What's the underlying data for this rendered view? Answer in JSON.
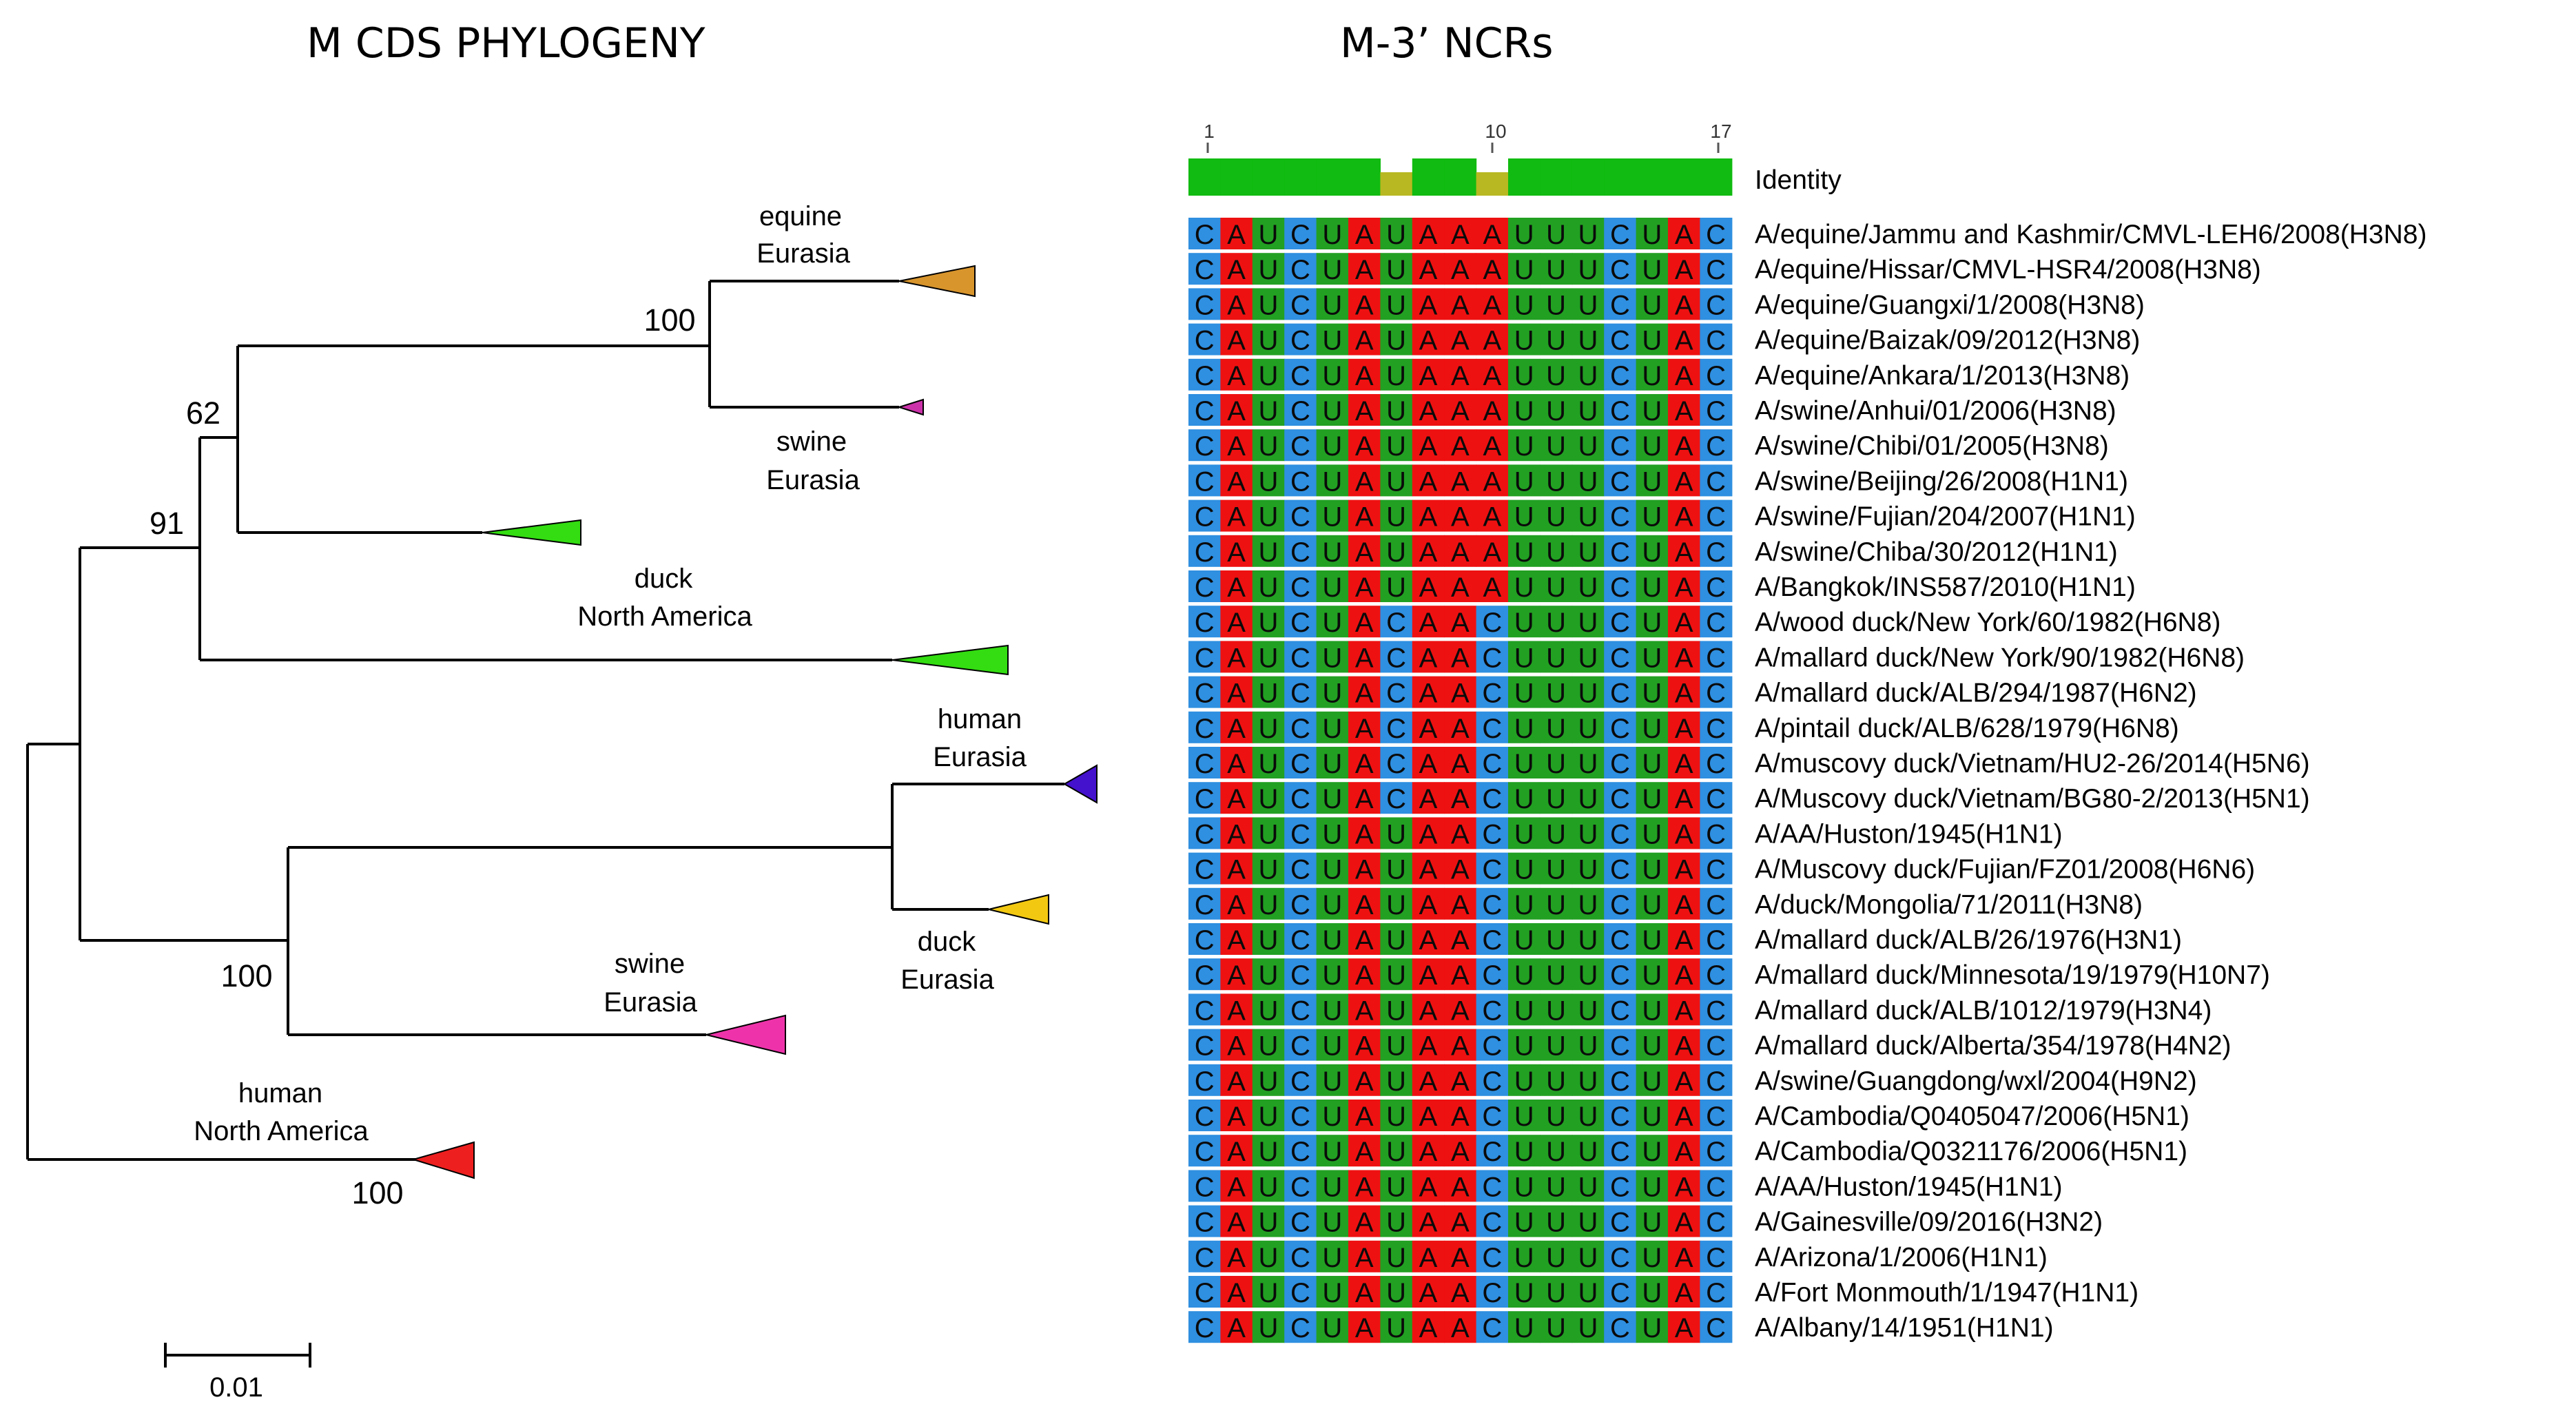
{
  "headings": {
    "phylogeny": "M CDS PHYLOGENY",
    "ncrs": "M-3’ NCRs"
  },
  "tree": {
    "clades": [
      {
        "line1": "equine",
        "line2": "Eurasia",
        "color": "#d8952c"
      },
      {
        "line1": "swine",
        "line2": "Eurasia",
        "color": "#cc33aa"
      },
      {
        "line1": "duck",
        "line2": "North America",
        "color": "#33dd11"
      },
      {
        "line1": "human",
        "line2": "Eurasia",
        "color": "#4411cc"
      },
      {
        "line1": "duck",
        "line2": "Eurasia",
        "color": "#f2c811"
      },
      {
        "line1": "swine",
        "line2": "Eurasia",
        "color": "#ee33aa"
      },
      {
        "line1": "human",
        "line2": "North America",
        "color": "#ee1f1f"
      }
    ],
    "bootstrap": [
      "100",
      "62",
      "91",
      "100",
      "100"
    ],
    "scale_label": "0.01"
  },
  "alignment": {
    "identity_label": "Identity",
    "ruler": [
      "1",
      "10",
      "17"
    ],
    "base_colors": {
      "C": "#2f8fe0",
      "A": "#ee1111",
      "U": "#22a022"
    },
    "identity_colors": {
      "full": "#11bb11",
      "partial": "#b8b822"
    },
    "identity_partial_positions": [
      6,
      9
    ],
    "rows": [
      {
        "seq": "CAUCUAUAAAUUUCUAC",
        "name": "A/equine/Jammu and Kashmir/CMVL-LEH6/2008(H3N8)"
      },
      {
        "seq": "CAUCUAUAAAUUUCUAC",
        "name": "A/equine/Hissar/CMVL-HSR4/2008(H3N8)"
      },
      {
        "seq": "CAUCUAUAAAUUUCUAC",
        "name": "A/equine/Guangxi/1/2008(H3N8)"
      },
      {
        "seq": "CAUCUAUAAAUUUCUAC",
        "name": "A/equine/Baizak/09/2012(H3N8)"
      },
      {
        "seq": "CAUCUAUAAAUUUCUAC",
        "name": "A/equine/Ankara/1/2013(H3N8)"
      },
      {
        "seq": "CAUCUAUAAAUUUCUAC",
        "name": "A/swine/Anhui/01/2006(H3N8)"
      },
      {
        "seq": "CAUCUAUAAAUUUCUAC",
        "name": "A/swine/Chibi/01/2005(H3N8)"
      },
      {
        "seq": "CAUCUAUAAAUUUCUAC",
        "name": "A/swine/Beijing/26/2008(H1N1)"
      },
      {
        "seq": "CAUCUAUAAAUUUCUAC",
        "name": "A/swine/Fujian/204/2007(H1N1)"
      },
      {
        "seq": "CAUCUAUAAAUUUCUAC",
        "name": "A/swine/Chiba/30/2012(H1N1)"
      },
      {
        "seq": "CAUCUAUAAAUUUCUAC",
        "name": "A/Bangkok/INS587/2010(H1N1)"
      },
      {
        "seq": "CAUCUACAACUUUCUAC",
        "name": "A/wood duck/New York/60/1982(H6N8)"
      },
      {
        "seq": "CAUCUACAACUUUCUAC",
        "name": "A/mallard duck/New York/90/1982(H6N8)"
      },
      {
        "seq": "CAUCUACAACUUUCUAC",
        "name": "A/mallard duck/ALB/294/1987(H6N2)"
      },
      {
        "seq": "CAUCUACAACUUUCUAC",
        "name": "A/pintail duck/ALB/628/1979(H6N8)"
      },
      {
        "seq": "CAUCUACAACUUUCUAC",
        "name": "A/muscovy duck/Vietnam/HU2-26/2014(H5N6)"
      },
      {
        "seq": "CAUCUACAACUUUCUAC",
        "name": "A/Muscovy duck/Vietnam/BG80-2/2013(H5N1)"
      },
      {
        "seq": "CAUCUAUAACUUUCUAC",
        "name": "A/AA/Huston/1945(H1N1)"
      },
      {
        "seq": "CAUCUAUAACUUUCUAC",
        "name": "A/Muscovy duck/Fujian/FZ01/2008(H6N6)"
      },
      {
        "seq": "CAUCUAUAACUUUCUAC",
        "name": "A/duck/Mongolia/71/2011(H3N8)"
      },
      {
        "seq": "CAUCUAUAACUUUCUAC",
        "name": "A/mallard duck/ALB/26/1976(H3N1)"
      },
      {
        "seq": "CAUCUAUAACUUUCUAC",
        "name": "A/mallard duck/Minnesota/19/1979(H10N7)"
      },
      {
        "seq": "CAUCUAUAACUUUCUAC",
        "name": "A/mallard duck/ALB/1012/1979(H3N4)"
      },
      {
        "seq": "CAUCUAUAACUUUCUAC",
        "name": "A/mallard duck/Alberta/354/1978(H4N2)"
      },
      {
        "seq": "CAUCUAUAACUUUCUAC",
        "name": "A/swine/Guangdong/wxl/2004(H9N2)"
      },
      {
        "seq": "CAUCUAUAACUUUCUAC",
        "name": "A/Cambodia/Q0405047/2006(H5N1)"
      },
      {
        "seq": "CAUCUAUAACUUUCUAC",
        "name": "A/Cambodia/Q0321176/2006(H5N1)"
      },
      {
        "seq": "CAUCUAUAACUUUCUAC",
        "name": "A/AA/Huston/1945(H1N1)"
      },
      {
        "seq": "CAUCUAUAACUUUCUAC",
        "name": "A/Gainesville/09/2016(H3N2)"
      },
      {
        "seq": "CAUCUAUAACUUUCUAC",
        "name": "A/Arizona/1/2006(H1N1)"
      },
      {
        "seq": "CAUCUAUAACUUUCUAC",
        "name": "A/Fort Monmouth/1/1947(H1N1)"
      },
      {
        "seq": "CAUCUAUAACUUUCUAC",
        "name": "A/Albany/14/1951(H1N1)"
      }
    ]
  }
}
